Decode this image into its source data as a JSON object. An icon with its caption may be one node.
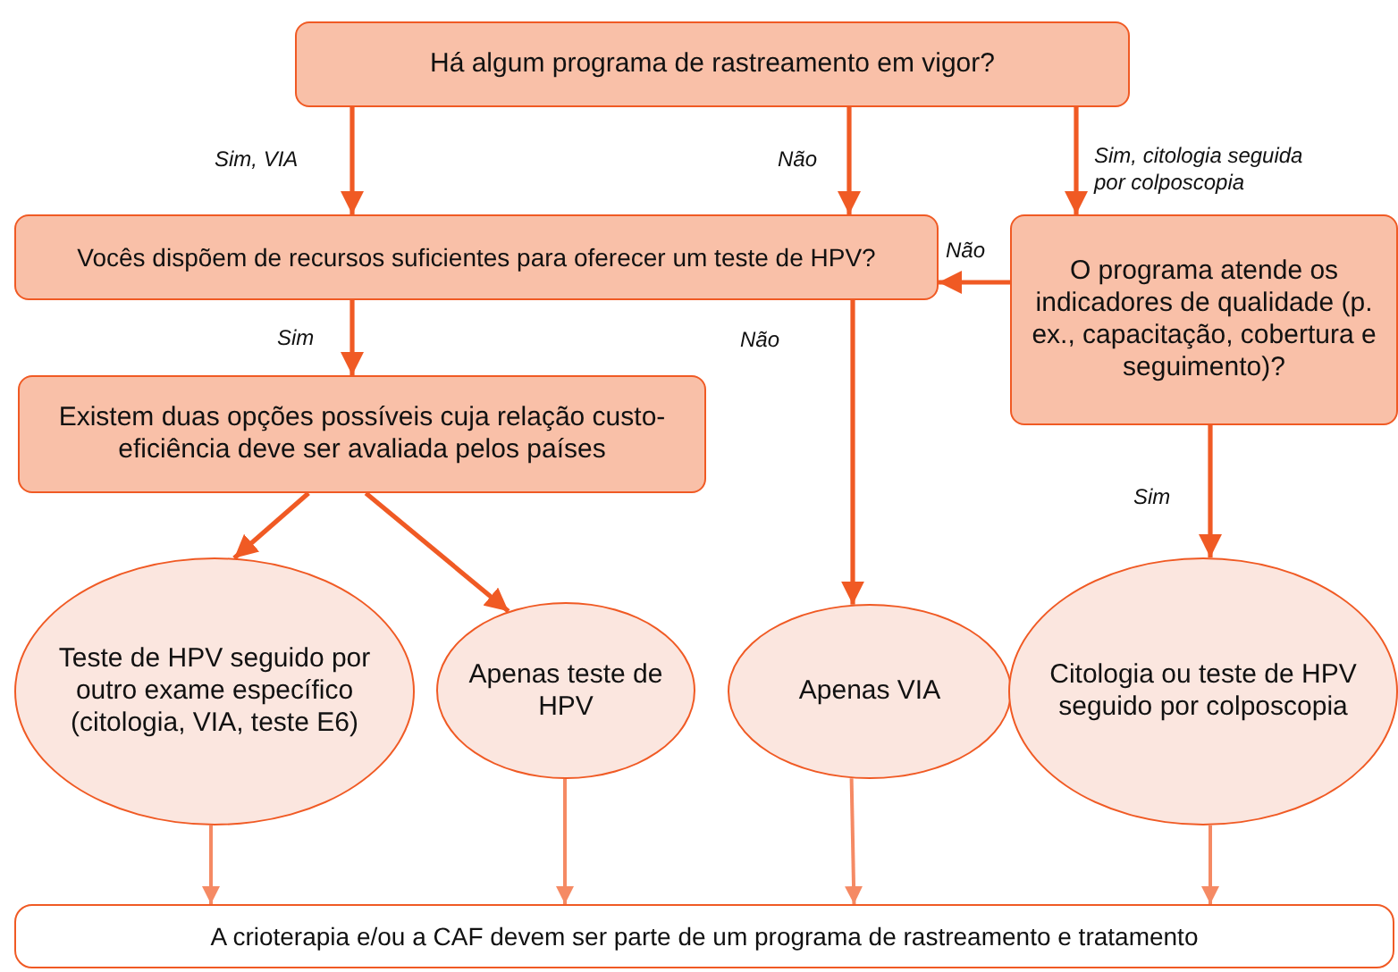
{
  "diagram": {
    "nodes": [
      {
        "text": [
          "Há algum programa de rastreamento em vigor?"
        ]
      },
      {
        "text": [
          "Vocês dispõem de recursos suficientes para oferecer um teste de HPV?"
        ]
      },
      {
        "text": [
          "O programa atende os indicadores de qualidade (p. ex., capacitação, cobertura e seguimento)?"
        ]
      },
      {
        "text": [
          "Existem duas opções possíveis cuja relação custo-eficiência deve ser avaliada pelos países"
        ]
      },
      {
        "text": [
          "Teste de HPV seguido por outro exame específico (citologia, VIA, teste E6)"
        ]
      },
      {
        "text": [
          "Apenas teste de HPV"
        ]
      },
      {
        "text": [
          "Apenas VIA"
        ]
      },
      {
        "text": [
          "Citologia ou teste de HPV seguido por colposcopia"
        ]
      },
      {
        "text": [
          "A crioterapia e/ou a CAF devem ser parte de um programa de rastreamento e tratamento"
        ]
      }
    ],
    "edges": [
      {
        "from": 0,
        "to": 1,
        "arrow": "to",
        "label": "Sim, VIA"
      },
      {
        "from": 0,
        "to": 1,
        "arrow": "to",
        "label": "Não"
      },
      {
        "from": 0,
        "to": 2,
        "arrow": "to",
        "label": "Sim, citologia seguida por colposcopia"
      },
      {
        "from": 2,
        "to": 1,
        "arrow": "to",
        "label": "Não"
      },
      {
        "from": 1,
        "to": 6,
        "arrow": "to",
        "label": "Não"
      },
      {
        "from": 1,
        "to": 3,
        "arrow": "to",
        "label": "Sim"
      },
      {
        "from": 3,
        "to": 4,
        "arrow": "to"
      },
      {
        "from": 3,
        "to": 5,
        "arrow": "to"
      },
      {
        "from": 2,
        "to": 7,
        "arrow": "to",
        "label": "Sim"
      },
      {
        "from": 4,
        "to": 8,
        "arrow": "to",
        "color": "#f58a64"
      },
      {
        "from": 5,
        "to": 8,
        "arrow": "to",
        "color": "#f58a64"
      },
      {
        "from": 6,
        "to": 8,
        "arrow": "to",
        "color": "#f58a64"
      },
      {
        "from": 7,
        "to": 8,
        "arrow": "to",
        "color": "#f58a64"
      }
    ]
  }
}
